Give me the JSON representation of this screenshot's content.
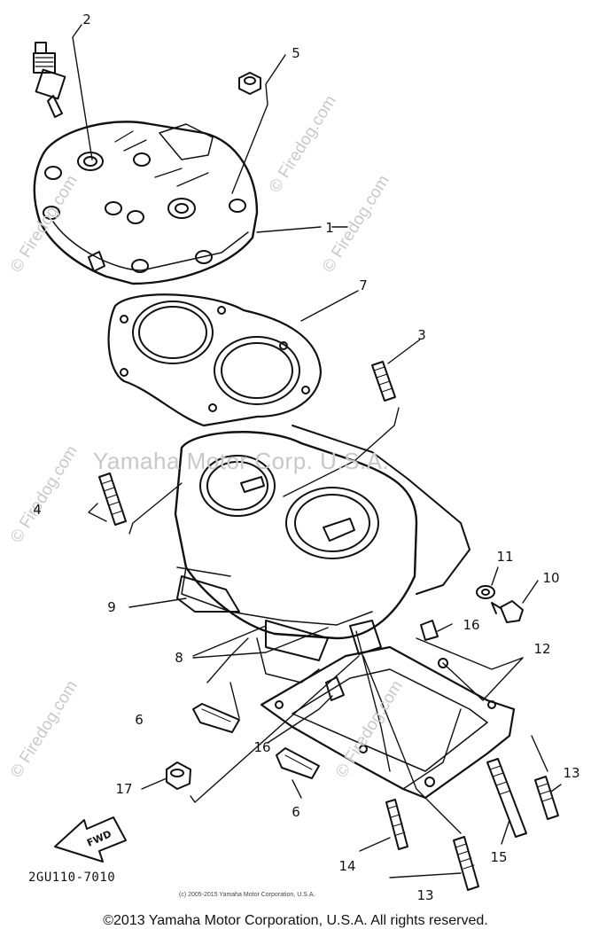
{
  "watermarks": {
    "center": "Yamaha Motor Corp. U.S.A.",
    "diagonal": "© Firedog.com"
  },
  "callouts": [
    {
      "id": "c2",
      "label": "2"
    },
    {
      "id": "c5",
      "label": "5"
    },
    {
      "id": "c1",
      "label": "1"
    },
    {
      "id": "c7",
      "label": "7"
    },
    {
      "id": "c3",
      "label": "3"
    },
    {
      "id": "c4",
      "label": "4"
    },
    {
      "id": "c9",
      "label": "9"
    },
    {
      "id": "c11",
      "label": "11"
    },
    {
      "id": "c10",
      "label": "10"
    },
    {
      "id": "c16a",
      "label": "16"
    },
    {
      "id": "c12",
      "label": "12"
    },
    {
      "id": "c8",
      "label": "8"
    },
    {
      "id": "c6a",
      "label": "6"
    },
    {
      "id": "c16b",
      "label": "16"
    },
    {
      "id": "c13a",
      "label": "13"
    },
    {
      "id": "c17",
      "label": "17"
    },
    {
      "id": "c6b",
      "label": "6"
    },
    {
      "id": "c14",
      "label": "14"
    },
    {
      "id": "c15",
      "label": "15"
    },
    {
      "id": "c13b",
      "label": "13"
    }
  ],
  "fwd_label": "FWD",
  "part_code": "2GU110-7010",
  "small_copyright": "(c) 2005-2015 Yamaha Motor Corporation, U.S.A.",
  "copyright": "©2013 Yamaha Motor Corporation, U.S.A. All rights reserved."
}
